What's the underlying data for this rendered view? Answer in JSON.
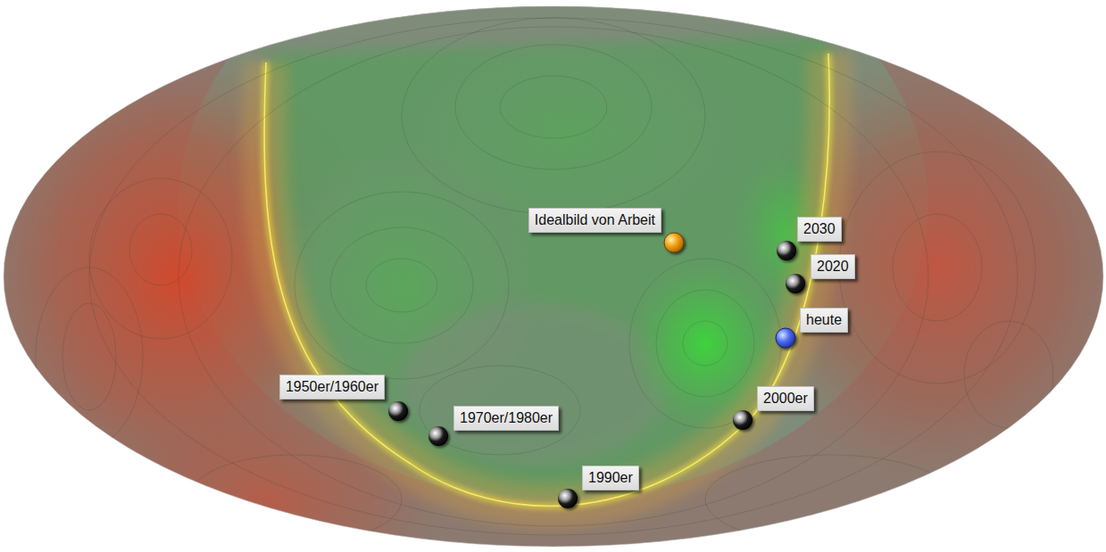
{
  "diagram": {
    "nodes": [
      {
        "text": [
          "Idealbild von Arbeit"
        ]
      },
      {
        "text": [
          "2030"
        ]
      },
      {
        "text": [
          "2020"
        ]
      },
      {
        "text": [
          "heute"
        ]
      },
      {
        "text": [
          "1950er/1960er"
        ]
      },
      {
        "text": [
          "1970er/1980er"
        ]
      },
      {
        "text": [
          "2000er"
        ]
      },
      {
        "text": [
          "1990er"
        ]
      }
    ]
  }
}
